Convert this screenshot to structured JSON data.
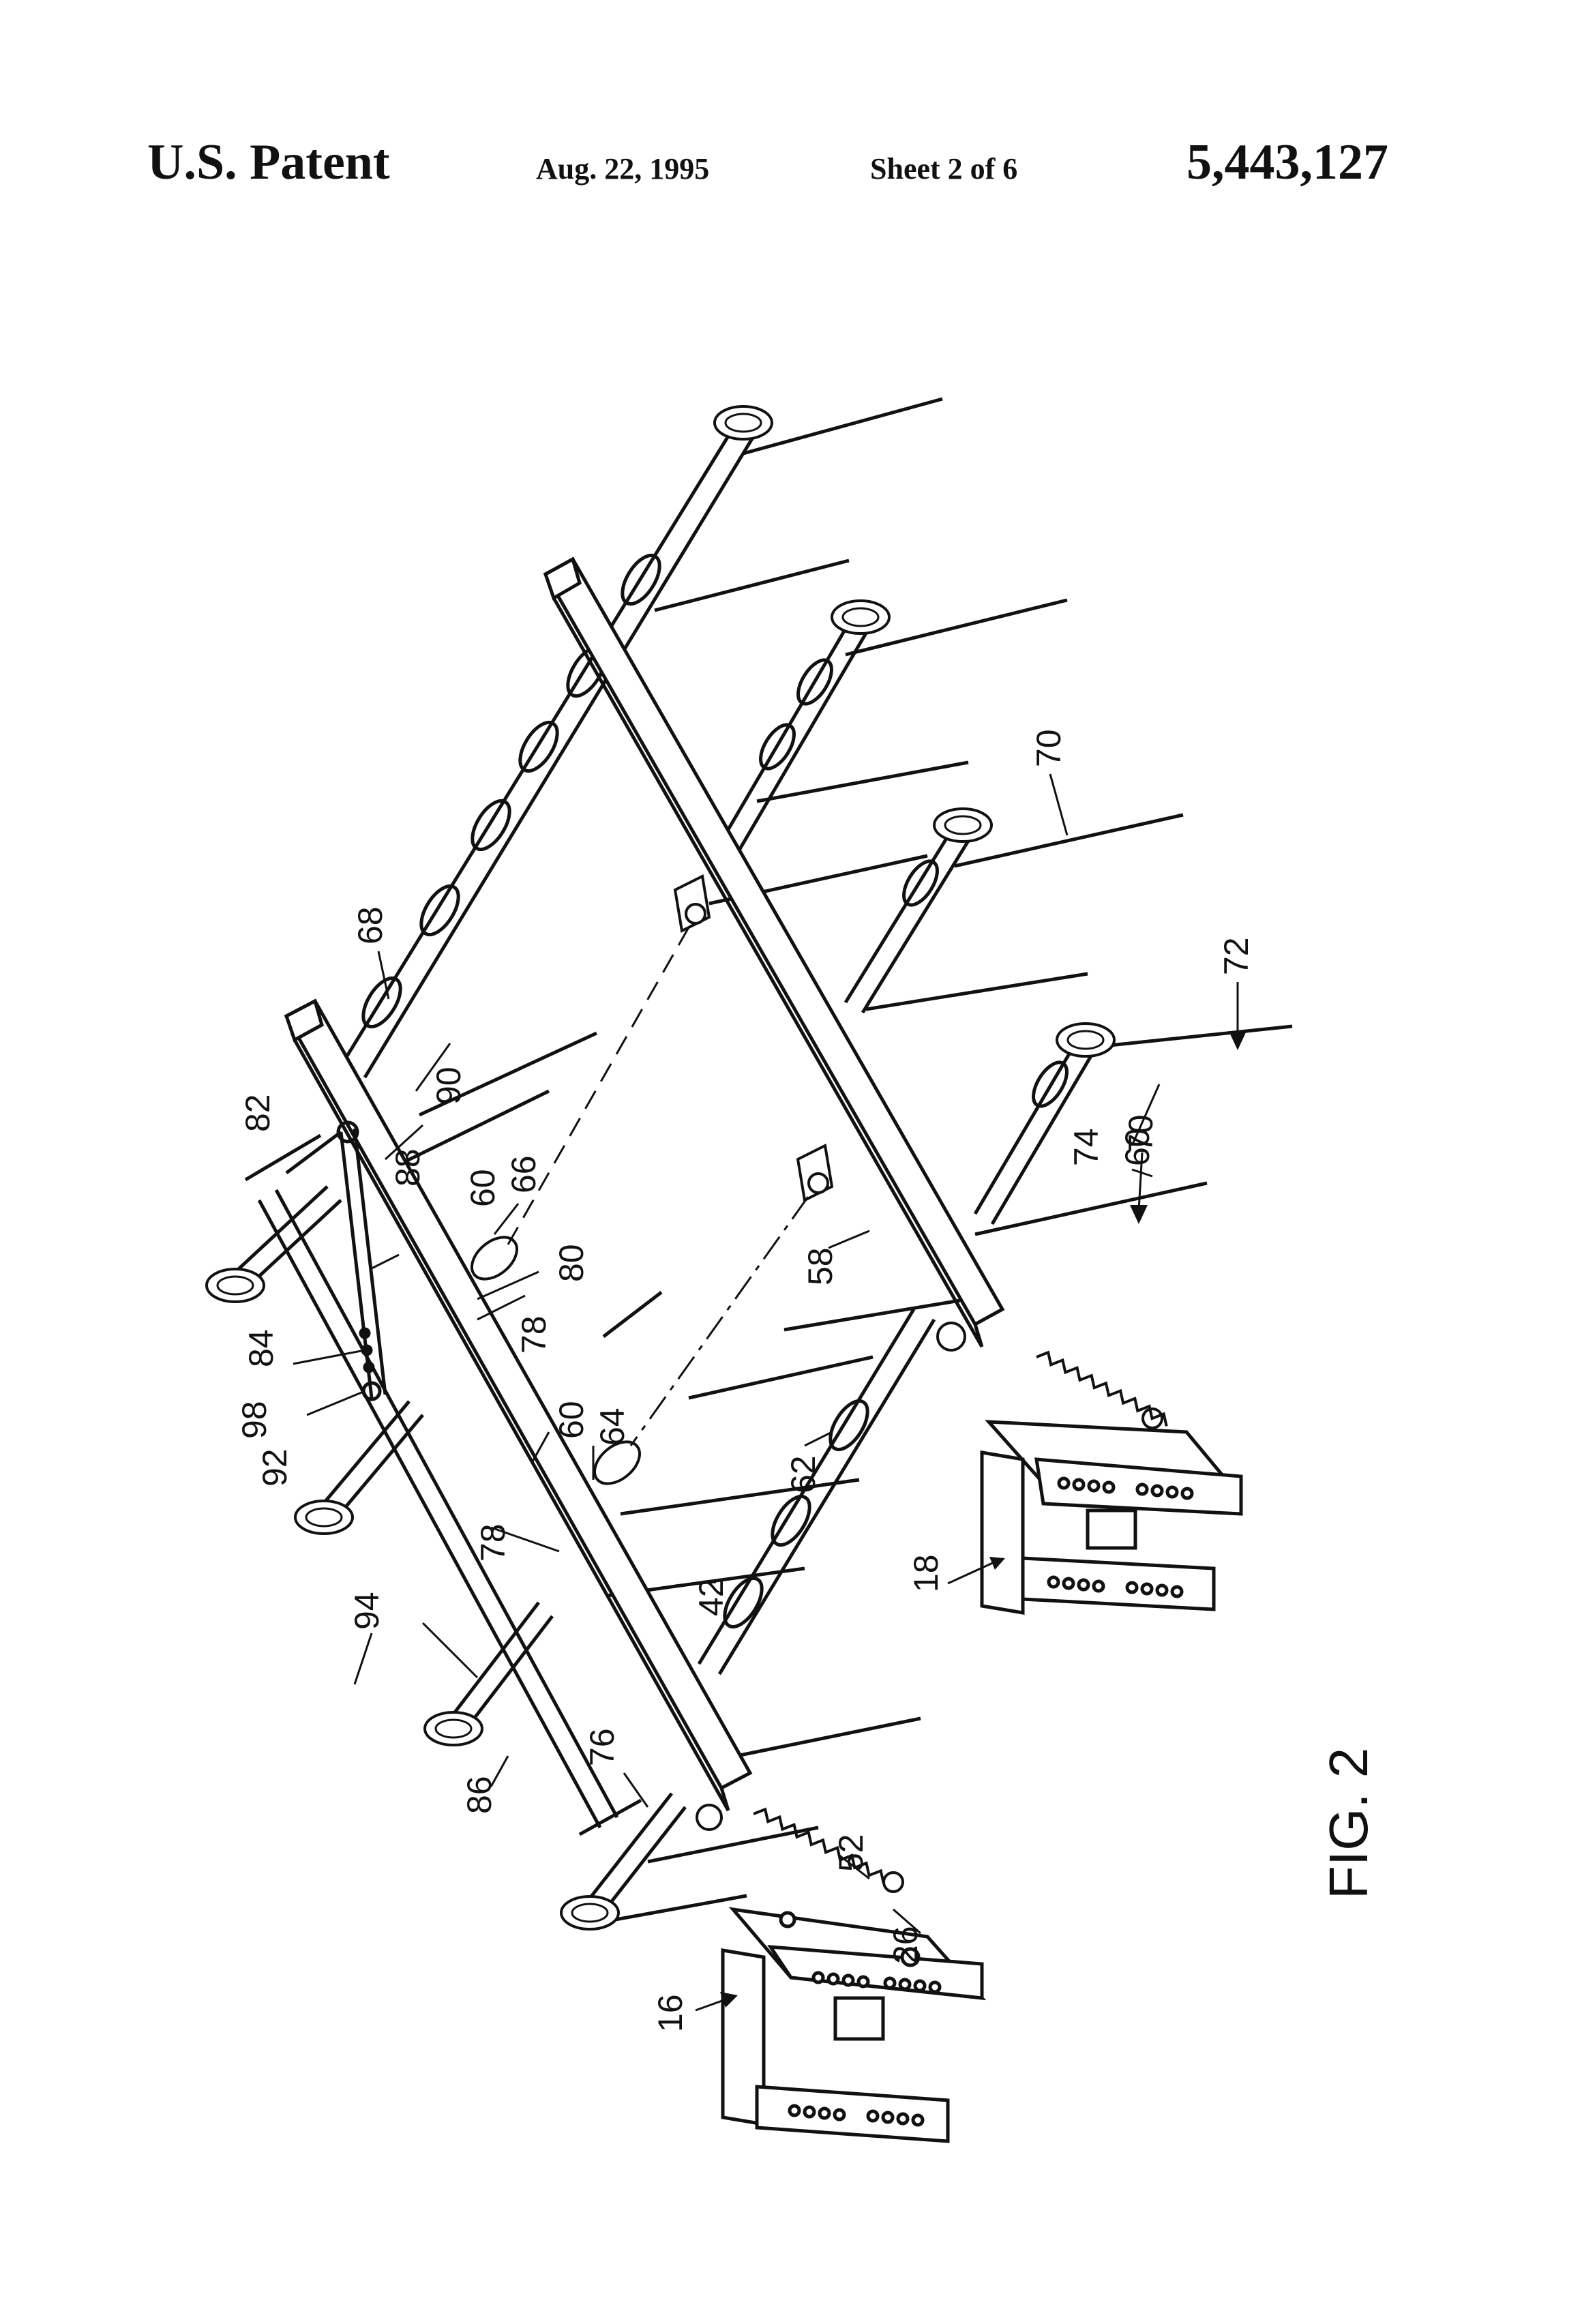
{
  "header": {
    "patent_label": "U.S. Patent",
    "date": "Aug. 22, 1995",
    "sheet": "Sheet 2 of 6",
    "patent_number": "5,443,127"
  },
  "figure": {
    "label": "FIG. 2",
    "callouts": {
      "r16": "16",
      "r18": "18",
      "r26": "26",
      "r42": "42",
      "r52": "52",
      "r58": "58",
      "r60a": "60",
      "r60b": "60",
      "r60c": "60",
      "r62": "62",
      "r64": "64",
      "r66": "66",
      "r68": "68",
      "r70a": "70",
      "r70b": "70",
      "r72": "72",
      "r74": "74",
      "r76": "76",
      "r78": "78",
      "r80": "80",
      "r82": "82",
      "r84": "84",
      "r86": "86",
      "r88": "88",
      "r90": "90",
      "r92": "92",
      "r94": "94",
      "r98": "98"
    }
  }
}
